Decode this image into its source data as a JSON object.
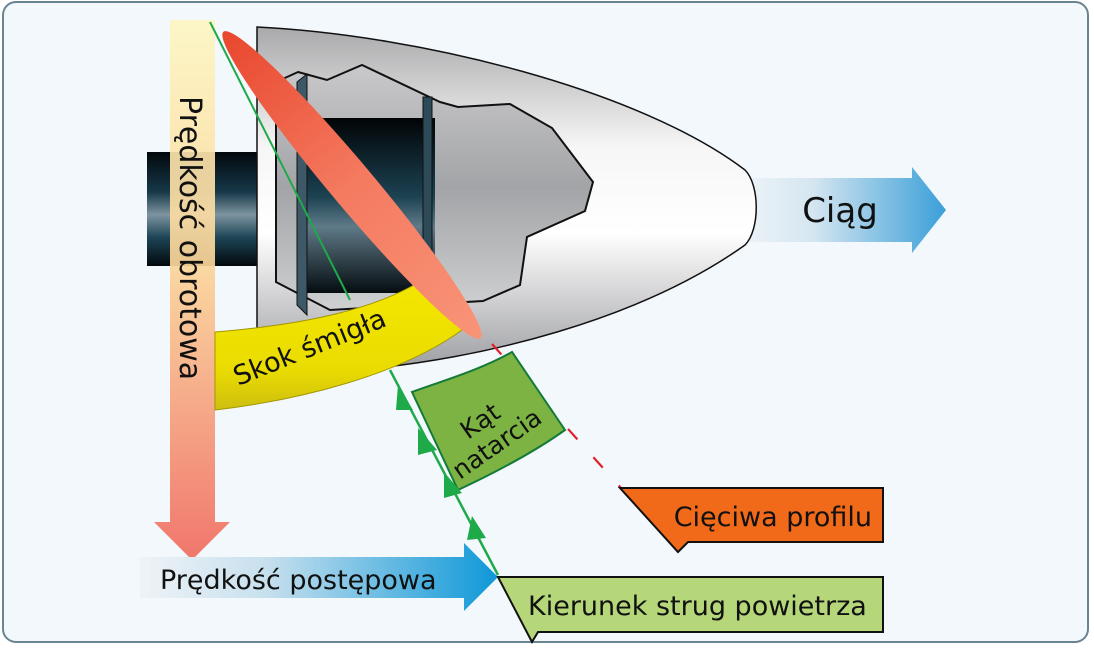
{
  "title": "Propeller blade: pitch, angle of attack and airflow",
  "labels": {
    "rotational_speed": "Prędkość obrotowa",
    "thrust": "Ciąg",
    "propeller_pitch": "Skok śmigła",
    "angle_of_attack_line1": "Kąt",
    "angle_of_attack_line2": "natarcia",
    "chord_line": "Cięciwa profilu",
    "forward_speed": "Prędkość postępowa",
    "relative_wind": "Kierunek strug powietrza"
  },
  "colors": {
    "frame_border": "#6a8491",
    "background": "#f3f8fc",
    "blade": "#f06a50",
    "pitch_band": "#e8d800",
    "aoa_fill": "#7cb342",
    "airflow_line": "#1faa4a",
    "chord_line": "#e0202a",
    "chord_callout": "#f06a1a",
    "wind_callout": "#b5d77a",
    "thrust_arrow": "#3a9fd8",
    "forward_arrow": "#1a9ad8"
  }
}
